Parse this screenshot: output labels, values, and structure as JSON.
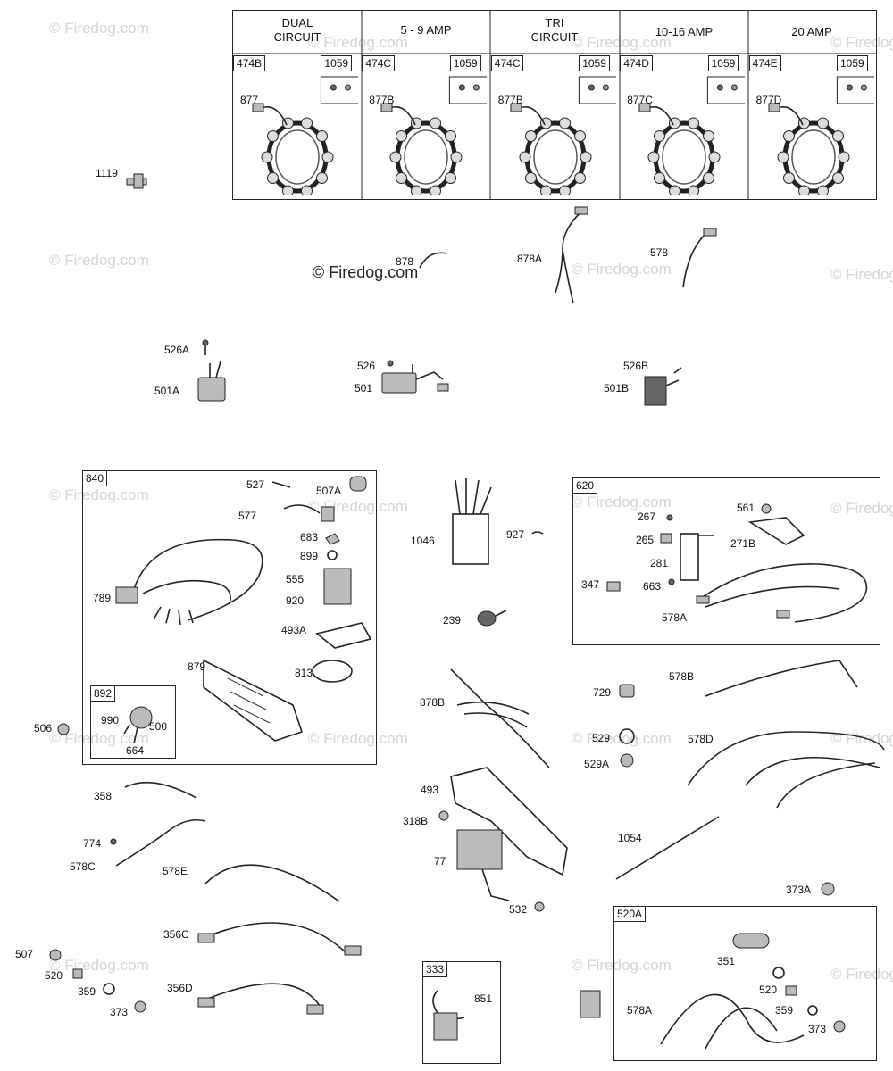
{
  "watermark": {
    "faint": "© Firedog.com",
    "center": "© Firedog.com"
  },
  "stator_table": {
    "columns": [
      {
        "header": "DUAL\nCIRCUIT",
        "part_tag": "474B",
        "hw_tag": "1059",
        "stator": "877"
      },
      {
        "header": "5 - 9 AMP",
        "part_tag": "474C",
        "hw_tag": "1059",
        "stator": "877B"
      },
      {
        "header": "TRI\nCIRCUIT",
        "part_tag": "474C",
        "hw_tag": "1059",
        "stator": "877B"
      },
      {
        "header": "10-16 AMP",
        "part_tag": "474D",
        "hw_tag": "1059",
        "stator": "877C"
      },
      {
        "header": "20 AMP",
        "part_tag": "474E",
        "hw_tag": "1059",
        "stator": "877D"
      }
    ]
  },
  "groups": {
    "g840": "840",
    "g892": "892",
    "g620": "620",
    "g333": "333",
    "g520A": "520A"
  },
  "labels": {
    "p1119": "1119",
    "p878": "878",
    "p878A": "878A",
    "p578": "578",
    "p526A": "526A",
    "p501A": "501A",
    "p526": "526",
    "p501": "501",
    "p526B": "526B",
    "p501B": "501B",
    "p527": "527",
    "p507A": "507A",
    "p577": "577",
    "p683": "683",
    "p899": "899",
    "p555": "555",
    "p920": "920",
    "p789": "789",
    "p493A": "493A",
    "p879": "879",
    "p813": "813",
    "p990": "990",
    "p500": "500",
    "p664": "664",
    "p506": "506",
    "p1046": "1046",
    "p927": "927",
    "p239": "239",
    "p267": "267",
    "p561": "561",
    "p265": "265",
    "p271B": "271B",
    "p281": "281",
    "p347": "347",
    "p663": "663",
    "p578A": "578A",
    "p729": "729",
    "p578B": "578B",
    "p878B": "878B",
    "p529": "529",
    "p578D": "578D",
    "p529A": "529A",
    "p358": "358",
    "p774": "774",
    "p578C": "578C",
    "p578E": "578E",
    "p493": "493",
    "p318B": "318B",
    "p77": "77",
    "p1054": "1054",
    "p532": "532",
    "p373A": "373A",
    "p356C": "356C",
    "p356D": "356D",
    "p507": "507",
    "p520": "520",
    "p359": "359",
    "p373": "373",
    "p851": "851",
    "p351": "351",
    "p520b": "520",
    "p578A2": "578A",
    "p359b": "359",
    "p373b": "373"
  }
}
